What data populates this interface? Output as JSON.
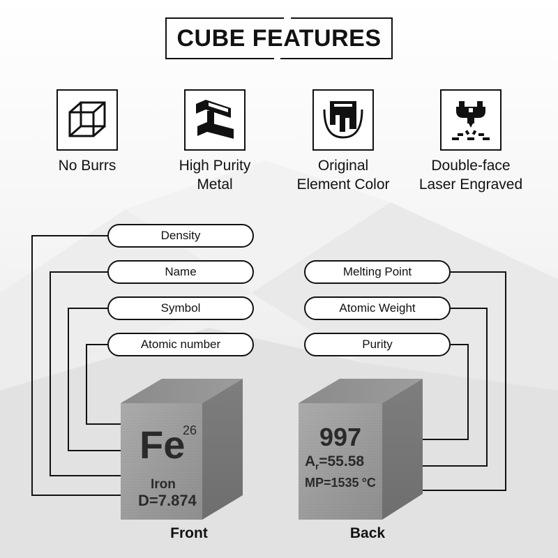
{
  "title": "CUBE FEATURES",
  "features": [
    {
      "icon": "cube-wireframe-icon",
      "label": "No Burrs"
    },
    {
      "icon": "steel-beam-icon",
      "label": "High Purity\nMetal"
    },
    {
      "icon": "paint-bucket-icon",
      "label": "Original\nElement Color"
    },
    {
      "icon": "laser-engraver-icon",
      "label": "Double-face\nLaser Engraved"
    }
  ],
  "front_labels": [
    "Density",
    "Name",
    "Symbol",
    "Atomic number"
  ],
  "back_labels": [
    "Melting Point",
    "Atomic Weight",
    "Purity"
  ],
  "front_cube": {
    "symbol": "Fe",
    "atomic_number": "26",
    "name": "Iron",
    "density": "D=7.874"
  },
  "back_cube": {
    "purity": "997",
    "atomic_weight_prefix": "A",
    "atomic_weight_sub": "r",
    "atomic_weight_value": "=55.58",
    "melting_point": "MP=1535",
    "melting_unit": "°C"
  },
  "captions": {
    "front": "Front",
    "back": "Back"
  }
}
